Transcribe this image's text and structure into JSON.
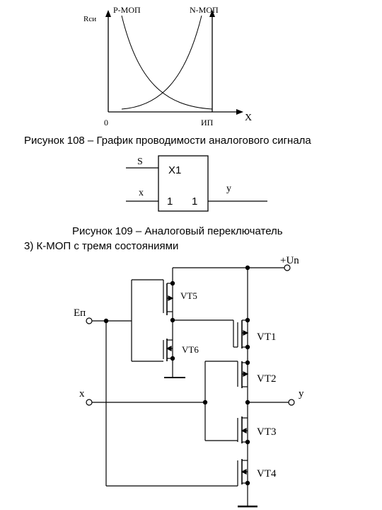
{
  "graph": {
    "y_label": "Rси",
    "origin_label": "0",
    "x_tick_label": "ИП",
    "x_axis_label": "X",
    "curve_p_label": "P-МОП",
    "curve_n_label": "N-МОП"
  },
  "caption_108": "Рисунок  108 – График проводимости аналогового сигнала",
  "switch": {
    "in_s": "S",
    "in_x": "x",
    "out_y": "y",
    "block_name": "X1",
    "pin_in": "1",
    "pin_out": "1"
  },
  "caption_109": "Рисунок  109 – Аналоговый переключатель",
  "section_heading": "3) К-МОП с тремя состояниями",
  "circuit": {
    "supply": "+Un",
    "enable": "Eп",
    "input": "x",
    "output": "y",
    "vt5": "VT5",
    "vt6": "VT6",
    "vt1": "VT1",
    "vt2": "VT2",
    "vt3": "VT3",
    "vt4": "VT4"
  }
}
